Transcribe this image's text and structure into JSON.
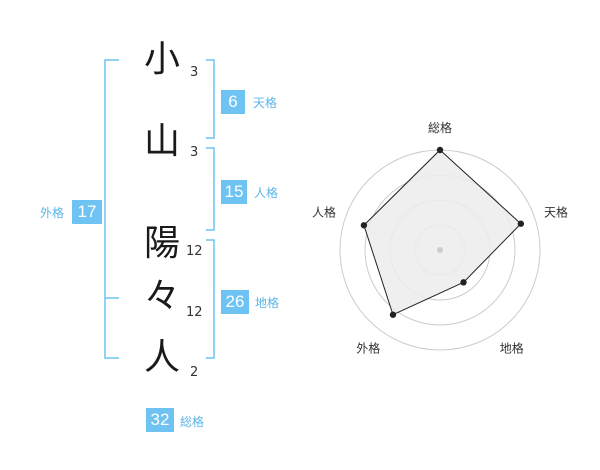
{
  "name_characters": [
    {
      "char": "小",
      "strokes": "3"
    },
    {
      "char": "山",
      "strokes": "3"
    },
    {
      "char": "陽",
      "strokes": "12"
    },
    {
      "char": "々",
      "strokes": "12"
    },
    {
      "char": "人",
      "strokes": "2"
    }
  ],
  "fortunes": {
    "tenkaku": {
      "value": "6",
      "label": "天格"
    },
    "jinkaku": {
      "value": "15",
      "label": "人格"
    },
    "chikaku": {
      "value": "26",
      "label": "地格"
    },
    "gaikaku": {
      "value": "17",
      "label": "外格"
    },
    "soukaku": {
      "value": "32",
      "label": "総格"
    }
  },
  "radar": {
    "axes": [
      "総格",
      "天格",
      "地格",
      "外格",
      "人格"
    ],
    "levels": 4,
    "values": [
      1.0,
      0.85,
      0.4,
      0.8,
      0.8
    ],
    "max": 1.0
  },
  "colors": {
    "accent": "#6ec3f2",
    "bracket": "#6ec3f2",
    "radar_fill": "#ececec",
    "radar_stroke": "#222222",
    "grid": "#cccccc"
  }
}
